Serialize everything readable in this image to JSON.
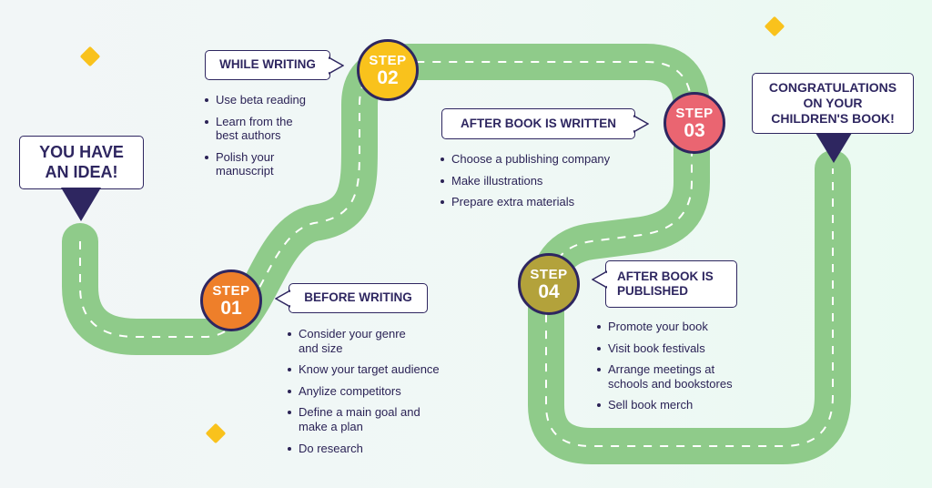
{
  "colors": {
    "road": "#8fcb8a",
    "road_dash": "#ffffff",
    "outline": "#2e2660",
    "diamond": "#f9c21c",
    "step1": "#ee7f2a",
    "step2": "#f9c21c",
    "step3": "#ea6571",
    "step4": "#b3a23b"
  },
  "start": {
    "label": "YOU HAVE\nAN IDEA!"
  },
  "finish": {
    "label": "CONGRATULATIONS\nON YOUR\nCHILDREN'S BOOK!"
  },
  "steps": [
    {
      "word": "STEP",
      "number": "01",
      "title": "BEFORE WRITING",
      "items": [
        "Consider your genre\nand size",
        "Know your target audience",
        "Anylize competitors",
        "Define a main goal and\nmake a plan",
        "Do research"
      ]
    },
    {
      "word": "STEP",
      "number": "02",
      "title": "WHILE WRITING",
      "items": [
        "Use beta reading",
        "Learn from the\nbest authors",
        "Polish your\nmanuscript"
      ]
    },
    {
      "word": "STEP",
      "number": "03",
      "title": "AFTER BOOK IS WRITTEN",
      "items": [
        "Choose a publishing company",
        "Make illustrations",
        "Prepare extra materials"
      ]
    },
    {
      "word": "STEP",
      "number": "04",
      "title": "AFTER BOOK IS\nPUBLISHED",
      "items": [
        "Promote your book",
        "Visit book festivals",
        "Arrange meetings at\nschools and bookstores",
        "Sell book merch"
      ]
    }
  ]
}
